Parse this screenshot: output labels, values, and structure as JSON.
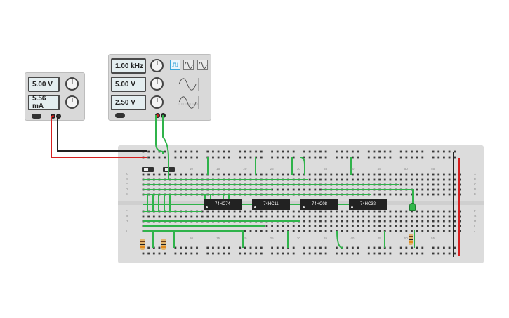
{
  "power_supply": {
    "voltage": "5.00 V",
    "current": "5.56 mA",
    "terminal_pos": "+",
    "terminal_neg": "-"
  },
  "function_generator": {
    "frequency": "1.00 kHz",
    "amplitude": "5.00 V",
    "offset": "2.50 V",
    "waveforms": [
      "square",
      "sine",
      "triangle"
    ],
    "selected_waveform": "square"
  },
  "breadboard": {
    "column_numbers_top": [
      "10",
      "15",
      "20",
      "25",
      "30",
      "35",
      "40",
      "45",
      "50",
      "55"
    ],
    "column_numbers_bottom": [
      "10",
      "15",
      "20",
      "25",
      "30",
      "35",
      "40",
      "45",
      "50",
      "55"
    ],
    "row_letters_top": [
      "A",
      "B",
      "C",
      "D",
      "E"
    ],
    "row_letters_bottom": [
      "F",
      "G",
      "H",
      "I",
      "J"
    ]
  },
  "chips": [
    {
      "label": "74HC74"
    },
    {
      "label": "74HC11"
    },
    {
      "label": "74HC08"
    },
    {
      "label": "74HC32"
    }
  ],
  "colors": {
    "wire_green": "#2fb34a",
    "wire_red": "#d51f1f",
    "wire_black": "#222222",
    "led": "#33b84c",
    "board": "#dcdcdc"
  }
}
